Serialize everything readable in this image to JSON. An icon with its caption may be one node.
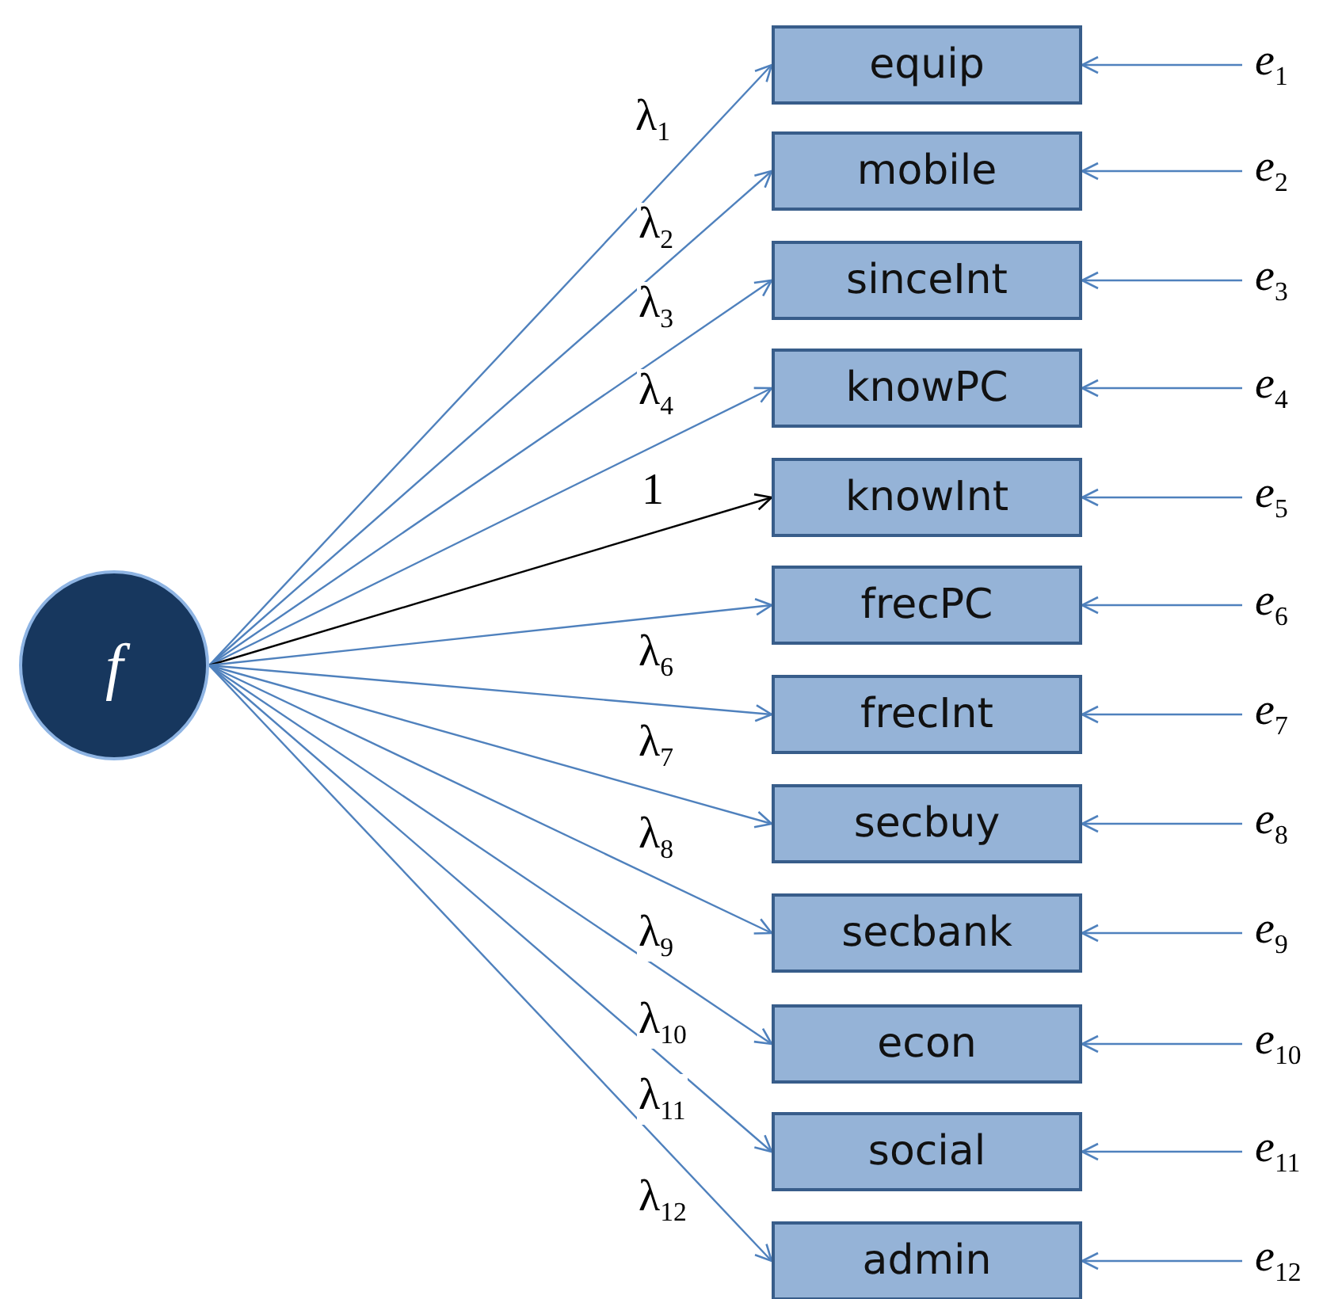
{
  "diagram": {
    "nodes": [
      {
        "text": [
          "f"
        ]
      },
      {
        "text": [
          "equip"
        ]
      },
      {
        "text": [
          "mobile"
        ]
      },
      {
        "text": [
          "sinceInt"
        ]
      },
      {
        "text": [
          "knowPC"
        ]
      },
      {
        "text": [
          "knowInt"
        ]
      },
      {
        "text": [
          "frecPC"
        ]
      },
      {
        "text": [
          "frecInt"
        ]
      },
      {
        "text": [
          "secbuy"
        ]
      },
      {
        "text": [
          "secbank"
        ]
      },
      {
        "text": [
          "econ"
        ]
      },
      {
        "text": [
          "social"
        ]
      },
      {
        "text": [
          "admin"
        ]
      },
      {
        "text": [
          "*e*$_{1}$"
        ]
      },
      {
        "text": [
          "*e*$_{2}$"
        ]
      },
      {
        "text": [
          "*e*$_{3}$"
        ]
      },
      {
        "text": [
          "*e*$_{4}$"
        ]
      },
      {
        "text": [
          "*e*$_{5}$"
        ]
      },
      {
        "text": [
          "*e*$_{6}$"
        ]
      },
      {
        "text": [
          "*e*$_{7}$"
        ]
      },
      {
        "text": [
          "*e*$_{8}$"
        ]
      },
      {
        "text": [
          "*e*$_{9}$"
        ]
      },
      {
        "text": [
          "*e*$_{10}$"
        ]
      },
      {
        "text": [
          "*e*$_{11}$"
        ]
      },
      {
        "text": [
          "*e*$_{12}$"
        ]
      }
    ],
    "edges": [
      {
        "from": 0,
        "to": 1,
        "arrow": "to",
        "label": "λ$_{1}$"
      },
      {
        "from": 0,
        "to": 2,
        "arrow": "to",
        "label": "λ$_{2}$"
      },
      {
        "from": 0,
        "to": 3,
        "arrow": "to",
        "label": "λ$_{3}$"
      },
      {
        "from": 0,
        "to": 4,
        "arrow": "to",
        "label": "λ$_{4}$"
      },
      {
        "from": 0,
        "to": 5,
        "arrow": "to",
        "label": "1",
        "color": "#000000"
      },
      {
        "from": 0,
        "to": 6,
        "arrow": "to",
        "label": "λ$_{6}$"
      },
      {
        "from": 0,
        "to": 7,
        "arrow": "to",
        "label": "λ$_{7}$"
      },
      {
        "from": 0,
        "to": 8,
        "arrow": "to",
        "label": "λ$_{8}$"
      },
      {
        "from": 0,
        "to": 9,
        "arrow": "to",
        "label": "λ$_{9}$"
      },
      {
        "from": 0,
        "to": 10,
        "arrow": "to",
        "label": "λ$_{10}$"
      },
      {
        "from": 0,
        "to": 11,
        "arrow": "to",
        "label": "λ$_{11}$"
      },
      {
        "from": 0,
        "to": 12,
        "arrow": "to",
        "label": "λ$_{12}$"
      },
      {
        "from": 13,
        "to": 1,
        "arrow": "to"
      },
      {
        "from": 14,
        "to": 2,
        "arrow": "to"
      },
      {
        "from": 15,
        "to": 3,
        "arrow": "to"
      },
      {
        "from": 16,
        "to": 4,
        "arrow": "to"
      },
      {
        "from": 17,
        "to": 5,
        "arrow": "to"
      },
      {
        "from": 18,
        "to": 6,
        "arrow": "to"
      },
      {
        "from": 19,
        "to": 7,
        "arrow": "to"
      },
      {
        "from": 20,
        "to": 8,
        "arrow": "to"
      },
      {
        "from": 21,
        "to": 9,
        "arrow": "to"
      },
      {
        "from": 22,
        "to": 10,
        "arrow": "to"
      },
      {
        "from": 23,
        "to": 11,
        "arrow": "to"
      },
      {
        "from": 24,
        "to": 12,
        "arrow": "to"
      }
    ]
  }
}
